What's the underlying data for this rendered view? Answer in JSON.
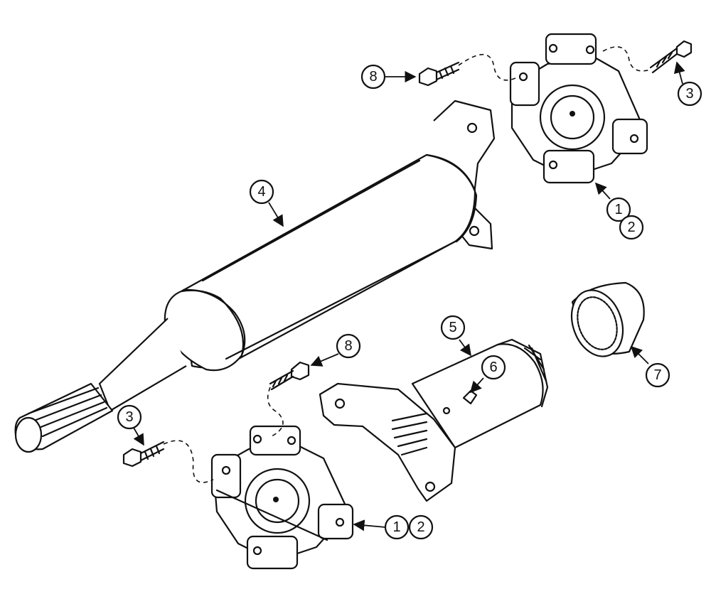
{
  "callouts": {
    "c8_top": "8",
    "c3_top": "3",
    "c4": "4",
    "c1_top": "1",
    "c2_top": "2",
    "c7": "7",
    "c5": "5",
    "c6": "6",
    "c8_mid": "8",
    "c3_left": "3",
    "c1_bottom": "1",
    "c2_bottom": "2"
  }
}
